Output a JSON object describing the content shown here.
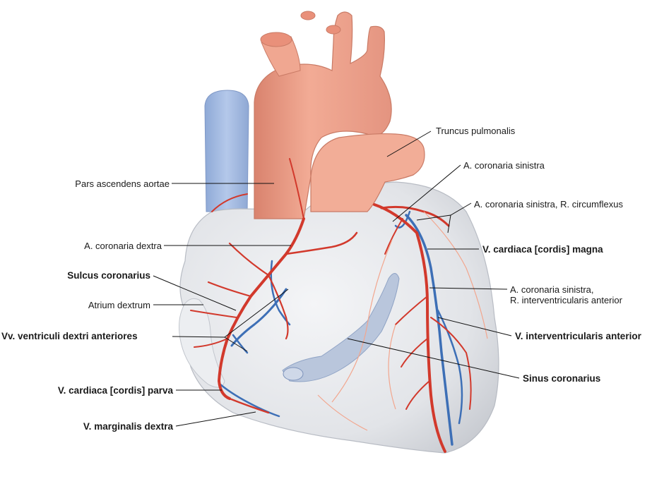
{
  "labels": {
    "truncus_pulmonalis": "Truncus pulmonalis",
    "a_coronaria_sinistra": "A. coronaria sinistra",
    "r_circumflexus": "A. coronaria sinistra, R. circumflexus",
    "pars_ascendens_aortae": "Pars ascendens aortae",
    "a_coronaria_dextra": "A. coronaria dextra",
    "v_cardiaca_magna": "V. cardiaca [cordis] magna",
    "sulcus_coronarius": "Sulcus coronarius",
    "r_interventricularis_line1": "A. coronaria sinistra,",
    "r_interventricularis_line2": "R. interventricularis anterior",
    "atrium_dextrum": "Atrium dextrum",
    "v_interventricularis_anterior": "V. interventricularis anterior",
    "vv_ventriculi_dextri_anteriores": "Vv. ventriculi dextri anteriores",
    "sinus_coronarius": "Sinus coronarius",
    "v_cardiaca_parva": "V. cardiaca [cordis] parva",
    "v_marginalis_dextra": "V. marginalis dextra"
  },
  "colors": {
    "artery": "#d2392c",
    "vein": "#3d6fb6",
    "aorta": "#ec9e88",
    "vena_cava": "#9fb9e2",
    "myocardium": "#e4e6e9",
    "sinus": "#b9c6dc"
  }
}
